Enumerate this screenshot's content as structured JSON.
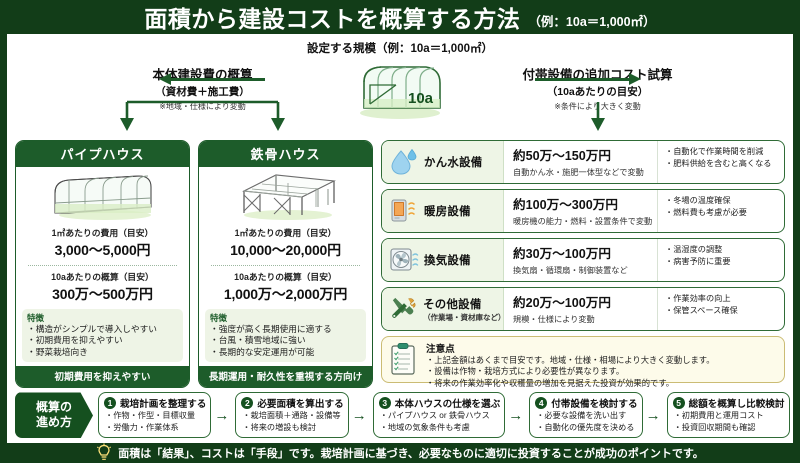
{
  "title": {
    "main": "面積から建設コストを概算する方法",
    "sub": "（例：10a＝1,000㎡）"
  },
  "scale": {
    "heading": "設定する規模（例：10a＝1,000㎡）",
    "icon_label": "10a"
  },
  "left_branch": {
    "t1": "本体建設費の概算",
    "t2": "（資材費＋施工費）",
    "t3": "※地域・仕様により変動"
  },
  "right_branch": {
    "t1": "付帯設備の追加コスト試算",
    "t2": "（10aあたりの目安）",
    "t3": "※条件により大きく変動"
  },
  "houses": [
    {
      "name": "パイプハウス",
      "icon": "pipe-house-icon",
      "unit_label": "1㎡あたりの費用（目安）",
      "unit_value": "3,000〜5,000円",
      "total_label": "10aあたりの概算（目安）",
      "total_value": "300万〜500万円",
      "feature_title": "特徴",
      "features": [
        "・構造がシンプルで導入しやすい",
        "・初期費用を抑えやすい",
        "・野菜栽培向き"
      ],
      "footer": "初期費用を抑えやすい"
    },
    {
      "name": "鉄骨ハウス",
      "icon": "steel-house-icon",
      "unit_label": "1㎡あたりの費用（目安）",
      "unit_value": "10,000〜20,000円",
      "total_label": "10aあたりの概算（目安）",
      "total_value": "1,000万〜2,000万円",
      "feature_title": "特徴",
      "features": [
        "・強度が高く長期使用に適する",
        "・台風・積雪地域に強い",
        "・長期的な安定運用が可能"
      ],
      "footer": "長期運用・耐久性を重視する方向け"
    }
  ],
  "equipment": [
    {
      "icon": "water-drop-icon",
      "name": "かん水設備",
      "sub": "",
      "price": "約50万〜150万円",
      "note": "自動かん水・施肥一体型などで変動",
      "bullets": [
        "・自動化で作業時間を削減",
        "・肥料供給を含むと高くなる"
      ]
    },
    {
      "icon": "heater-icon",
      "name": "暖房設備",
      "sub": "",
      "price": "約100万〜300万円",
      "note": "暖房機の能力・燃料・設置条件で変動",
      "bullets": [
        "・冬場の温度確保",
        "・燃料費も考慮が必要"
      ]
    },
    {
      "icon": "fan-icon",
      "name": "換気設備",
      "sub": "",
      "price": "約30万〜100万円",
      "note": "換気扇・循環扇・制御装置など",
      "bullets": [
        "・温湿度の調整",
        "・病害予防に重要"
      ]
    },
    {
      "icon": "tools-icon",
      "name": "その他設備",
      "sub": "（作業場・資材庫など）",
      "price": "約20万〜100万円",
      "note": "規模・仕様により変動",
      "bullets": [
        "・作業効率の向上",
        "・保管スペース確保"
      ]
    }
  ],
  "caution": {
    "icon": "clipboard-icon",
    "title": "注意点",
    "items": [
      "・上記金額はあくまで目安です。地域・仕様・相場により大きく変動します。",
      "・設備は作物・栽培方式により必要性が異なります。",
      "・将来の作業効率化や収穫量の増加を見据えた投資が効果的です。"
    ]
  },
  "steps": {
    "badge_line1": "概算の",
    "badge_line2": "進め方",
    "arrow": "→",
    "items": [
      {
        "num": "1",
        "title": "栽培計画を整理する",
        "lines": [
          "・作物・作型・目標収量",
          "・労働力・作業体系"
        ]
      },
      {
        "num": "2",
        "title": "必要面積を算出する",
        "lines": [
          "・栽培面積＋通路・設備等",
          "・将来の増設も検討"
        ]
      },
      {
        "num": "3",
        "title": "本体ハウスの仕様を選ぶ",
        "lines": [
          "・パイプハウス or 鉄骨ハウス",
          "・地域の気象条件も考慮"
        ]
      },
      {
        "num": "4",
        "title": "付帯設備を検討する",
        "lines": [
          "・必要な設備を洗い出す",
          "・自動化の優先度を決める"
        ]
      },
      {
        "num": "5",
        "title": "総額を概算し比較検討",
        "lines": [
          "・初期費用と運用コスト",
          "・投資回収期間も確認"
        ]
      }
    ]
  },
  "footer": {
    "icon": "lightbulb-icon",
    "text": "面積は「結果」、コストは「手段」です。栽培計画に基づき、必要なものに適切に投資することが成功のポイントです。"
  },
  "colors": {
    "bg_green": "#123d18",
    "accent_green": "#1d5c2a",
    "panel_green": "#eef5e6",
    "caution_bg": "#fdfbea"
  }
}
